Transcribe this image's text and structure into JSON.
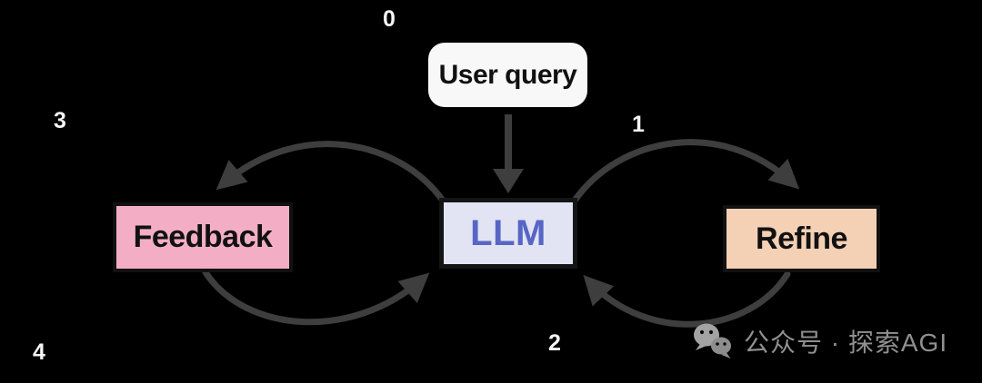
{
  "diagram": {
    "type": "flow-loop",
    "description": "LLM iterative refinement loop",
    "nodes": {
      "user_query": {
        "label": "User query",
        "bg": "#f8f8f8",
        "text_color": "#111111"
      },
      "llm": {
        "label": "LLM",
        "bg": "#e2e4f3",
        "text_color": "#5766c5"
      },
      "feedback": {
        "label": "Feedback",
        "bg": "#f3aec5",
        "text_color": "#111111"
      },
      "refine": {
        "label": "Refine",
        "bg": "#f4d0b5",
        "text_color": "#111111"
      }
    },
    "edges": [
      {
        "step": "0",
        "from": "user_query",
        "to": "llm"
      },
      {
        "step": "1",
        "from": "llm",
        "to": "refine"
      },
      {
        "step": "2",
        "from": "refine",
        "to": "llm"
      },
      {
        "step": "3",
        "from": "llm",
        "to": "feedback"
      },
      {
        "step": "4",
        "from": "feedback",
        "to": "llm"
      }
    ],
    "steps": {
      "s0": "0",
      "s1": "1",
      "s2": "2",
      "s3": "3",
      "s4": "4"
    }
  },
  "watermark": {
    "icon": "wechat-icon",
    "text": "公众号 · 探索AGI"
  },
  "colors": {
    "background": "#000000",
    "arrow": "#3e3e3e",
    "step_label": "#f5f5f5",
    "watermark_text": "#909090"
  }
}
